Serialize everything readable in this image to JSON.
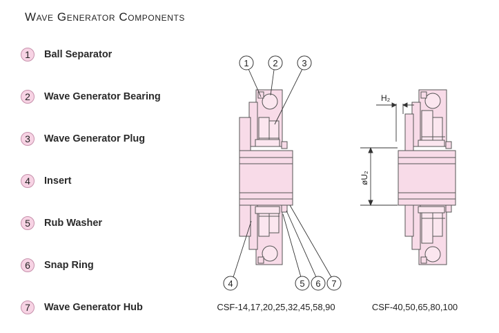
{
  "title": "Wave Generator Components",
  "legend": [
    {
      "num": "1",
      "label": "Ball Separator"
    },
    {
      "num": "2",
      "label": "Wave Generator Bearing"
    },
    {
      "num": "3",
      "label": "Wave Generator Plug"
    },
    {
      "num": "4",
      "label": "Insert"
    },
    {
      "num": "5",
      "label": "Rub Washer"
    },
    {
      "num": "6",
      "label": "Snap Ring"
    },
    {
      "num": "7",
      "label": "Wave Generator Hub"
    }
  ],
  "callouts": {
    "c1": "1",
    "c2": "2",
    "c3": "3",
    "c4": "4",
    "c5": "5",
    "c6": "6",
    "c7": "7"
  },
  "captions": {
    "left": "CSF-14,17,20,25,32,45,58,90",
    "right": "CSF-40,50,65,80,100"
  },
  "dimensions": {
    "h2": "H₂",
    "u2": "øU₂"
  },
  "colors": {
    "part_fill": "#f8dbe8",
    "part_stroke": "#555555",
    "badge_fill": "#f7d3e4"
  }
}
